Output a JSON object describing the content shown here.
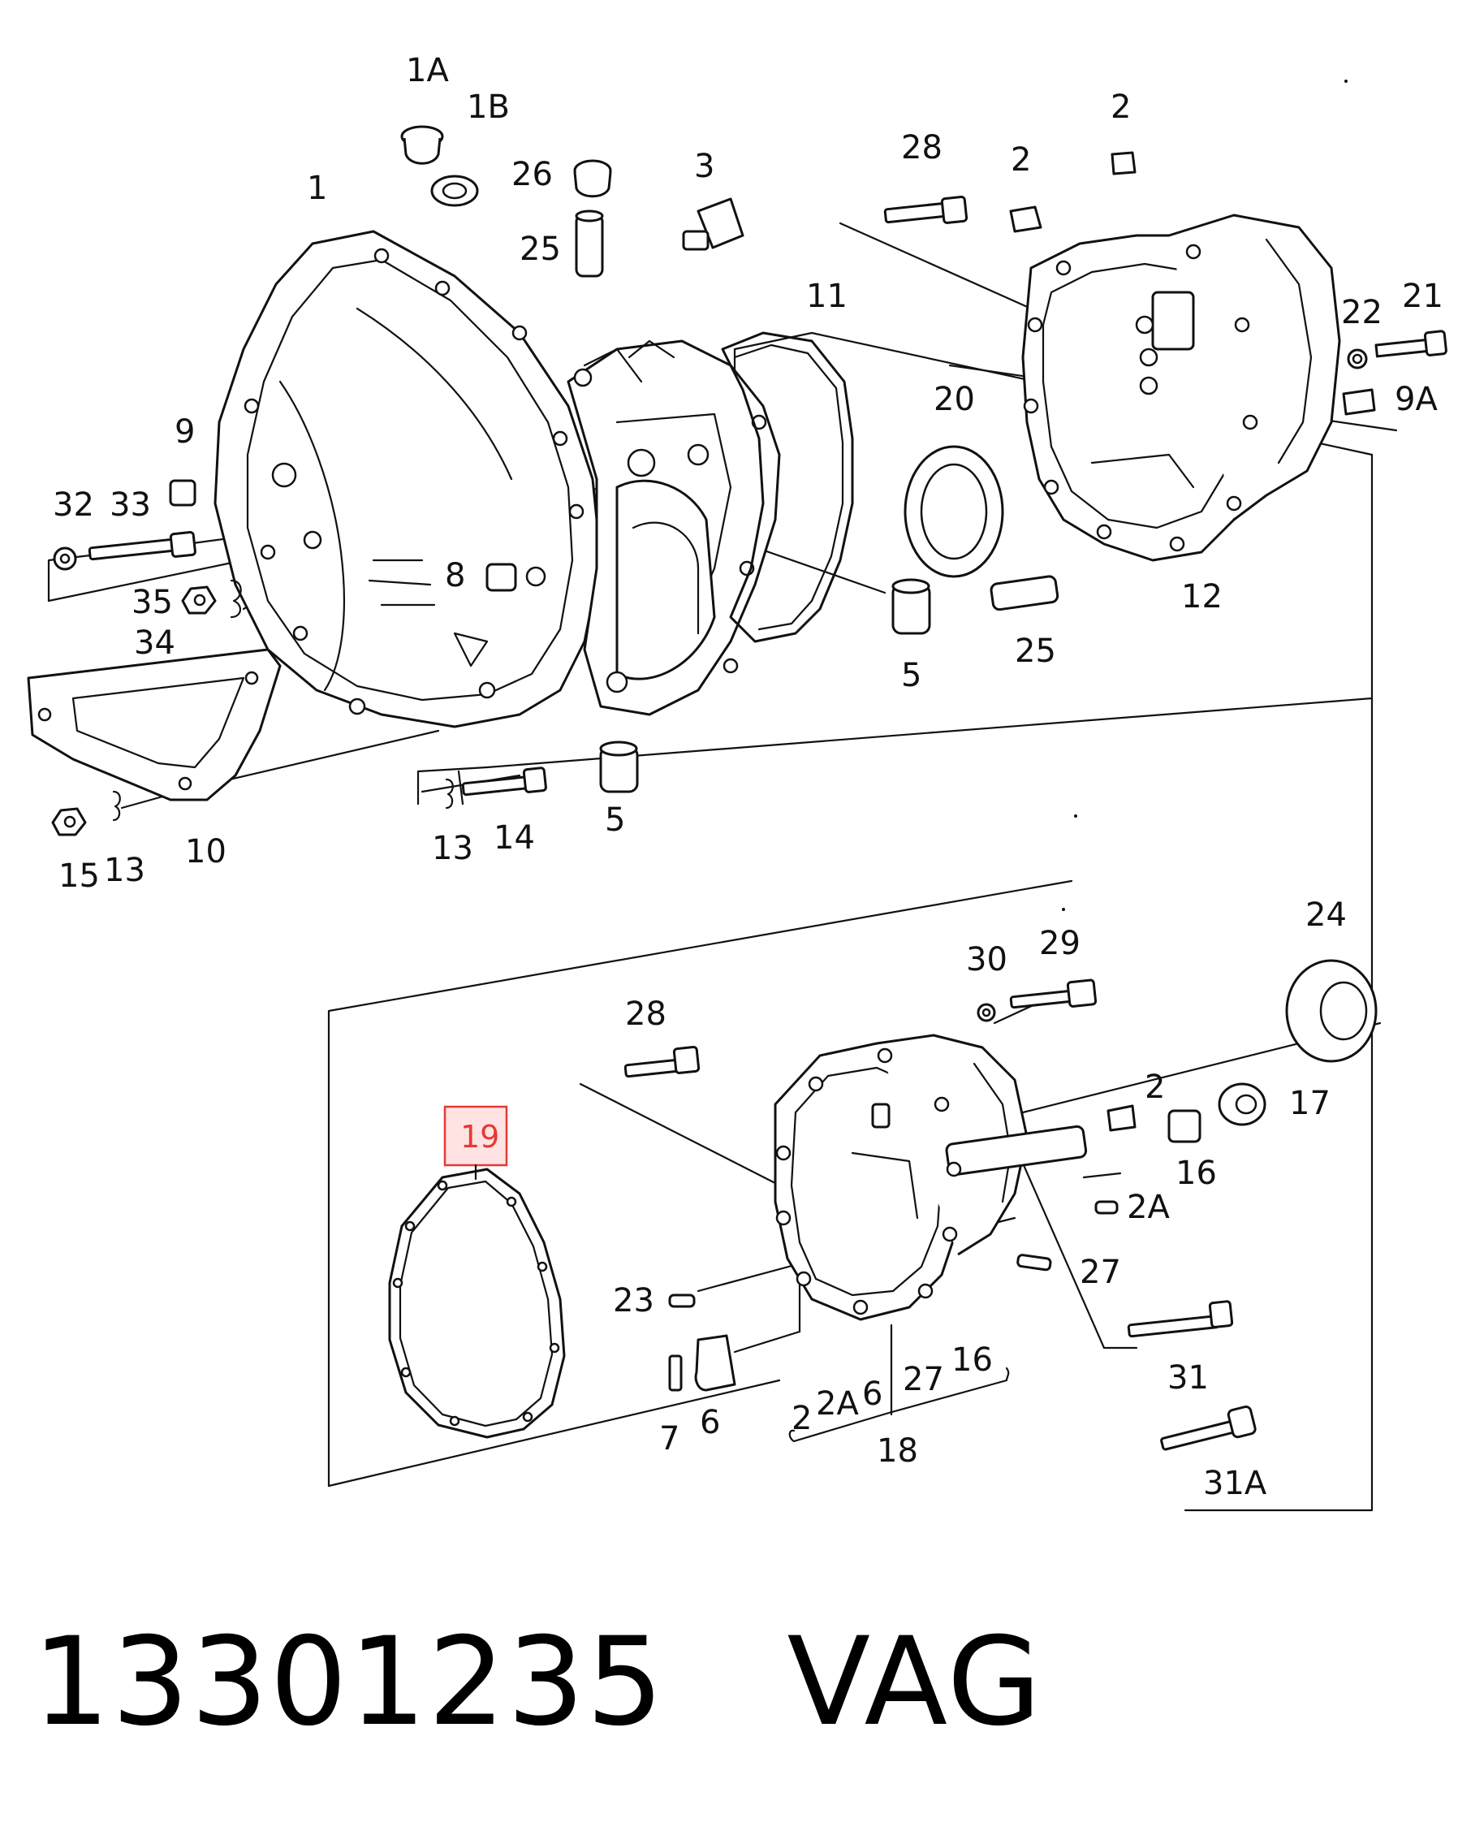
{
  "caption": {
    "part_number": "13301235",
    "brand": "VAG"
  },
  "highlight": {
    "label": "19",
    "color": "#e53935",
    "fill": "#ffe3e3"
  },
  "callouts": {
    "c1": "1",
    "c1A": "1A",
    "c1B": "1B",
    "c2a": "2",
    "c2b": "2",
    "c2c": "2",
    "c2A": "2A",
    "c3": "3",
    "c5a": "5",
    "c5b": "5",
    "c6": "6",
    "c7": "7",
    "c8": "8",
    "c9": "9",
    "c9A": "9A",
    "c10": "10",
    "c11": "11",
    "c12": "12",
    "c13a": "13",
    "c13b": "13",
    "c14": "14",
    "c15": "15",
    "c16": "16",
    "c17": "17",
    "c18": "18",
    "c20": "20",
    "c21": "21",
    "c22": "22",
    "c23": "23",
    "c24": "24",
    "c25a": "25",
    "c25b": "25",
    "c26": "26",
    "c27": "27",
    "c28a": "28",
    "c28b": "28",
    "c29": "29",
    "c30": "30",
    "c31": "31",
    "c31A": "31A",
    "c32": "32",
    "c33": "33",
    "c34": "34",
    "c35": "35"
  },
  "group18_items": [
    "2",
    "2A",
    "6",
    "27",
    "16"
  ],
  "icons": [
    "transmission-housing",
    "gasket",
    "bolt",
    "nut",
    "washer",
    "plug",
    "bearing",
    "seal",
    "sleeve"
  ]
}
